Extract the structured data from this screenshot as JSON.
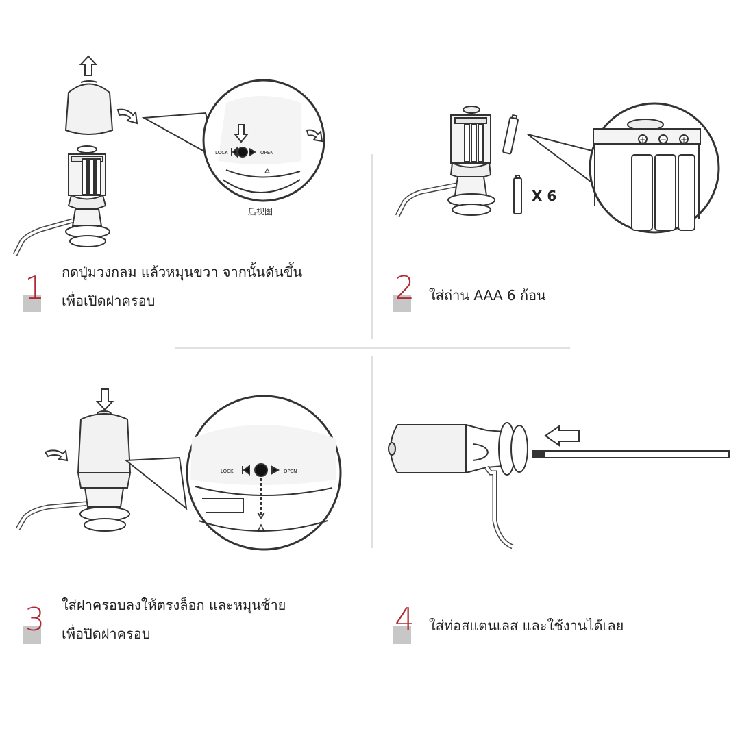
{
  "steps": [
    {
      "number": "1",
      "line1": "กดปุ่มวงกลม แล้วหมุนขวา จากนั้นดันขึ้น",
      "line2": "เพื่อเปิดฝาครอบ"
    },
    {
      "number": "2",
      "line1": "ใส่ถ่าน AAA 6 ก้อน",
      "line2": ""
    },
    {
      "number": "3",
      "line1": "ใส่ฝาครอบลงให้ตรงล็อก และหมุนซ้าย",
      "line2": "เพื่อปิดฝาครอบ"
    },
    {
      "number": "4",
      "line1": "ใส่ท่อสแตนเลส และใช้งานได้เลย",
      "line2": ""
    }
  ],
  "zoom1": {
    "lock": "LOCK",
    "open": "OPEN",
    "caption": "后视图"
  },
  "zoom2": {
    "plus": "+",
    "minus": "−",
    "plus2": "+"
  },
  "battery_count": "X 6",
  "zoom3": {
    "lock": "LOCK",
    "open": "OPEN"
  }
}
